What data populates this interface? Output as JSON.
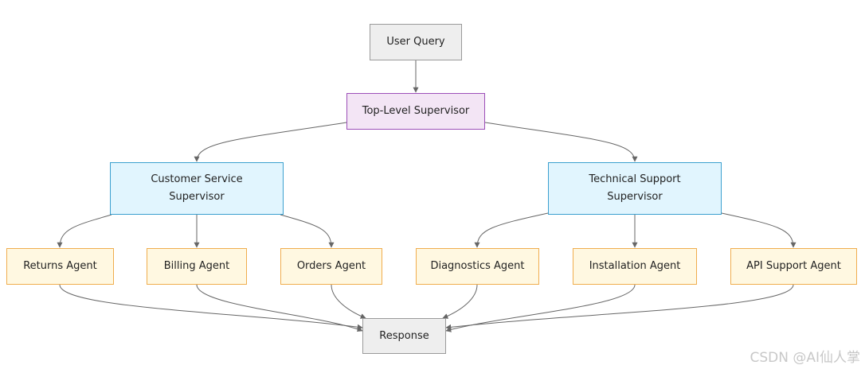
{
  "nodes": {
    "user_query": "User Query",
    "top_supervisor": "Top-Level Supervisor",
    "cs_supervisor": [
      "Customer Service",
      "Supervisor"
    ],
    "ts_supervisor": [
      "Technical Support",
      "Supervisor"
    ],
    "returns": "Returns Agent",
    "billing": "Billing Agent",
    "orders": "Orders Agent",
    "diagnostics": "Diagnostics Agent",
    "installation": "Installation Agent",
    "api_support": "API Support Agent",
    "response": "Response"
  },
  "colors": {
    "edge": "#666666",
    "gray_fill": "#eeeeee",
    "purple_fill": "#f3e5f5",
    "blue_fill": "#e1f5fe",
    "orange_fill": "#fff8e1"
  },
  "watermark": "CSDN @AI仙人掌"
}
